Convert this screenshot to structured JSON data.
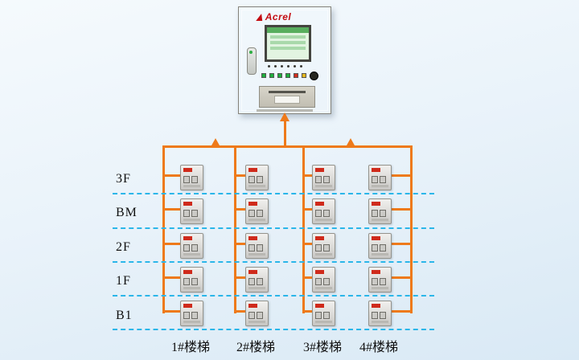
{
  "panel": {
    "brand": "Acrel"
  },
  "colors": {
    "bus": "#ee7a1a",
    "dash": "#2bb6e9",
    "device_led": "#cf2a1b",
    "indicator_colors": [
      "#1fae3e",
      "#1fae3e",
      "#1fae3e",
      "#1fae3e",
      "#d02f1f",
      "#e3b71f"
    ]
  },
  "floors": [
    {
      "label": "3F"
    },
    {
      "label": "BM"
    },
    {
      "label": "2F"
    },
    {
      "label": "1F"
    },
    {
      "label": "B1"
    }
  ],
  "staircases": [
    {
      "label": "1#楼梯"
    },
    {
      "label": "2#楼梯"
    },
    {
      "label": "3#楼梯"
    },
    {
      "label": "4#楼梯"
    }
  ],
  "grid": {
    "rows": 5,
    "cols": 4,
    "device_count": 20
  }
}
